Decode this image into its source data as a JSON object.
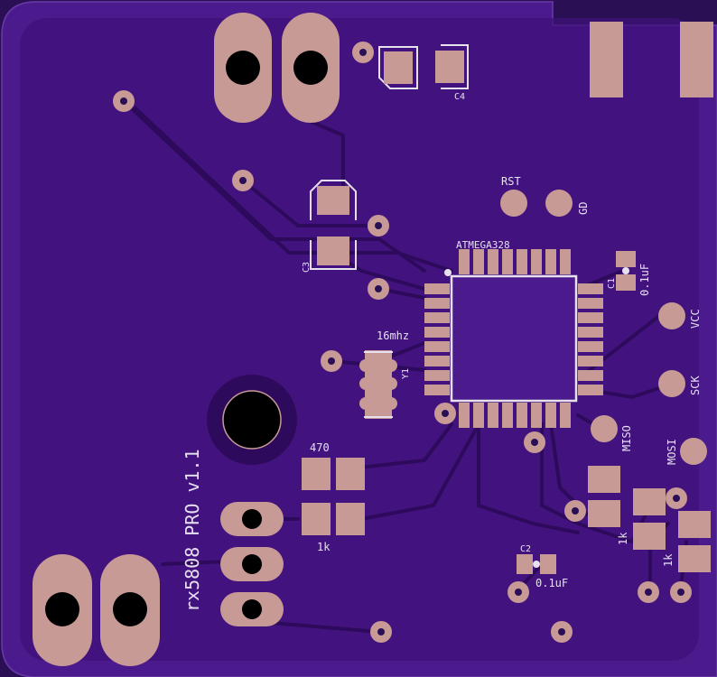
{
  "labels": {
    "rst": "RST",
    "gd": "GD",
    "c4": "C4",
    "c3": "C3",
    "chip": "ATMEGA328",
    "c1": "C1",
    "c1_value": "0.1uF",
    "vcc": "VCC",
    "crystal": "16mhz",
    "y1": "Y1",
    "sck": "SCK",
    "miso": "MISO",
    "mosi": "MOSI",
    "board_name": "rx5808 PRO v1.1",
    "r470": "470",
    "r1k_main": "1k",
    "c2": "C2",
    "c2_value": "0.1uF",
    "r1k_a": "1k",
    "r1k_b": "1k"
  },
  "colors": {
    "board": "#4b1a8c",
    "copper_fill": "#3f1178",
    "trace": "#2e0a5c",
    "pad": "#c89a96",
    "silkscreen": "#e6e0ef",
    "background": "#2a0f55"
  }
}
